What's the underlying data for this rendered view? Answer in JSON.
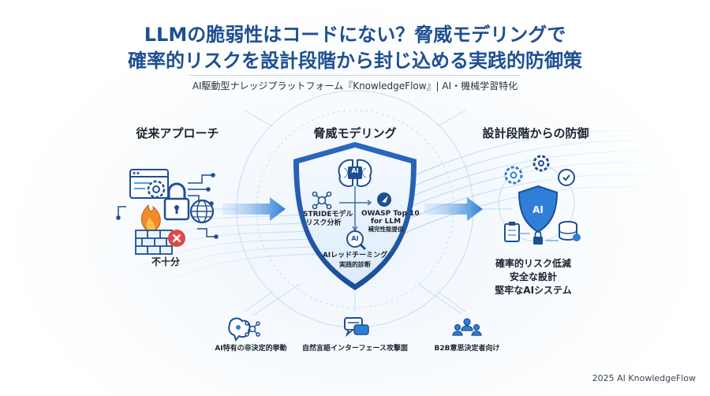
{
  "header": {
    "title_line1": "LLMの脆弱性はコードにない？脅威モデリングで",
    "title_line2": "確率的リスクを設計段階から封じ込める実践的防御策",
    "subtitle": "AI駆動型ナレッジプラットフォーム『KnowledgeFlow』| AI・機械学習特化"
  },
  "left": {
    "heading": "従来アプローチ",
    "result": "不十分"
  },
  "center": {
    "heading": "脅威モデリング",
    "ai_badge": "AI",
    "stride_line1": "STRIDEモデル",
    "stride_line2": "リスク分析",
    "owasp_line1": "OWASP Top 10",
    "owasp_line2": "for LLM",
    "owasp_line3": "補完性能提供",
    "redteam_badge": "AI",
    "redteam_line1": "AIレッドチーミング",
    "redteam_line2": "実践的診断"
  },
  "right": {
    "heading": "設計段階からの防御",
    "ai_badge": "AI",
    "benefits": [
      "確率的リスク低減",
      "安全な設計",
      "堅牢なAIシステム"
    ]
  },
  "bottom": {
    "items": [
      {
        "label": "AI特有の非決定的挙動",
        "icon": "brain-network-icon"
      },
      {
        "label": "自然言語インターフェース攻撃面",
        "icon": "chat-bubbles-icon"
      },
      {
        "label": "B2B意思決定者向け",
        "icon": "people-hierarchy-icon"
      }
    ]
  },
  "footer": {
    "copyright": "2025 AI KnowledgeFlow"
  },
  "colors": {
    "title": "#1e4f93",
    "accent_blue": "#2f7fd8",
    "dark_blue": "#1e4f93",
    "shield_fill": "#eaf3fd",
    "alert_red": "#e04848",
    "fire_orange": "#f08a2c"
  }
}
